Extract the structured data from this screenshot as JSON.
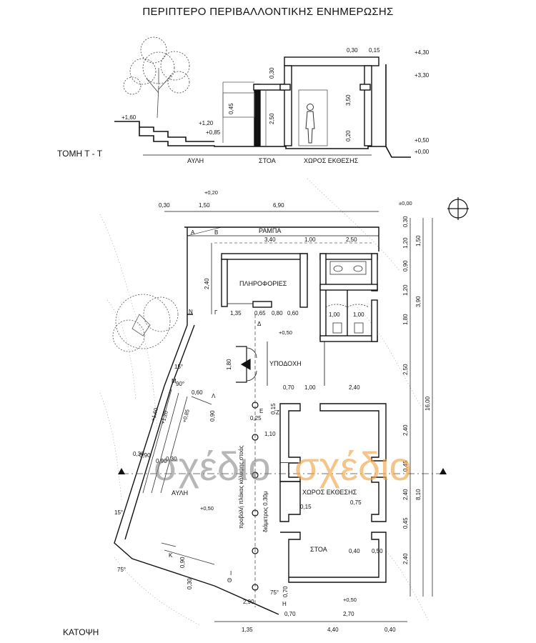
{
  "title": "ΠΕΡΙΠΤΕΡΟ ΠΕΡΙΒΑΛΛΟΝΤΙΚΗΣ ΕΝΗΜΕΡΩΣΗΣ",
  "section": {
    "caption": "ΤΟΜΗ Τ - Τ",
    "levels": [
      "+1,60",
      "+1,20",
      "+0,85",
      "+4,30",
      "+3,30",
      "+0,50",
      "+0,00"
    ],
    "dims": [
      "0,30",
      "0,15",
      "3,50",
      "0,20",
      "0,45",
      "2,50",
      "0,30"
    ],
    "zones": [
      "ΑΥΛΗ",
      "ΣΤΟΑ",
      "ΧΩΡΟΣ ΕΚΘΕΣΗΣ"
    ]
  },
  "plan": {
    "caption": "ΚΑΤΟΨΗ",
    "rooms": [
      "ΡΑΜΠΑ",
      "ΠΛΗΡΟΦΟΡΙΕΣ",
      "ΥΠΟΔΟΧΗ",
      "ΧΩΡΟΣ ΕΚΘΕΣΗΣ",
      "ΣΤΟΑ",
      "ΑΥΛΗ"
    ],
    "levels": [
      "+0,20",
      "±0,00",
      "+0,50",
      "+1,60",
      "+1,20",
      "+0,85",
      "+0,50",
      "+0,50"
    ],
    "top_dims": [
      "0,30",
      "1,50",
      "6,90"
    ],
    "right_dims": [
      "0,30",
      "1,20",
      "0,90",
      "1,20",
      "1,80",
      "2,50",
      "2,40",
      "0,45",
      "2,40",
      "0,45",
      "2,40",
      "1,50",
      "3,90",
      "8,10",
      "16,00"
    ],
    "inner_dims": [
      "3,40",
      "1,00",
      "2,50",
      "2,40",
      "1,35",
      "0,65",
      "0,80",
      "0,60",
      "1,00",
      "1,00",
      "1,80",
      "0,70",
      "1,00",
      "2,40",
      "0,15",
      "0,25",
      "1,10",
      "0,15",
      "0,75",
      "0,40",
      "0,50",
      "0,70",
      "0,70",
      "2,70",
      "2,90",
      "0,30",
      "0,90",
      "0,90",
      "0,90",
      "0,90",
      "0,30",
      "0,30",
      "0,60"
    ],
    "bottom_dims": [
      "1,35",
      "4,40",
      "0,40"
    ],
    "angles": [
      "15°",
      "90°",
      "15°",
      "75°",
      "75°"
    ],
    "points": [
      "Α",
      "Β",
      "Γ",
      "Δ",
      "Ε",
      "Ζ",
      "Η",
      "Θ",
      "Ι",
      "Κ",
      "Λ",
      "Μ",
      "Ν"
    ],
    "notes": [
      "προβολή πλάκας κάλυψης στοάς",
      "διάμετρος 0,30μ"
    ]
  },
  "watermark": {
    "part1": "σχέδιο",
    "part2": "σχέδιο"
  }
}
